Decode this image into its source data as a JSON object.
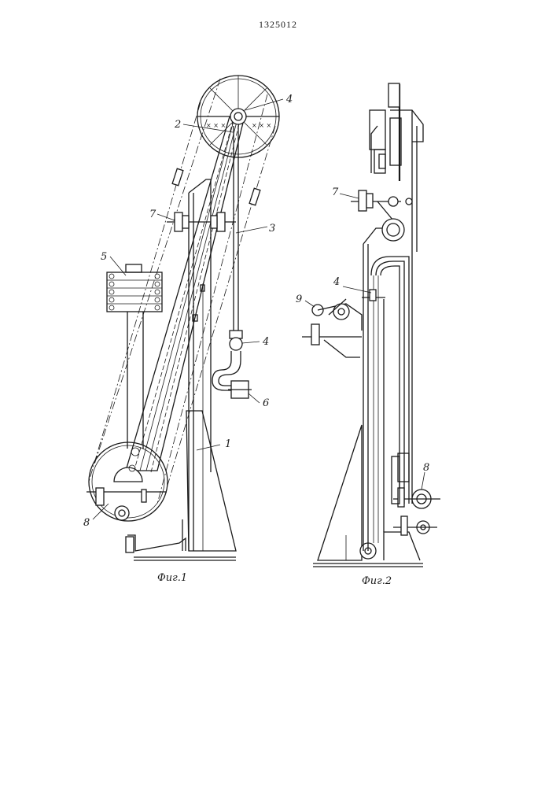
{
  "document_number": "1325012",
  "figure1": {
    "caption": "Фиг.1",
    "labels": {
      "l1": "1",
      "l2": "2",
      "l3": "3",
      "l4_top": "4",
      "l4_lower": "4",
      "l5": "5",
      "l6": "6",
      "l7": "7",
      "l8": "8"
    }
  },
  "figure2": {
    "caption": "Фиг.2",
    "labels": {
      "l4": "4",
      "l7": "7",
      "l8": "8",
      "l9": "9"
    }
  }
}
